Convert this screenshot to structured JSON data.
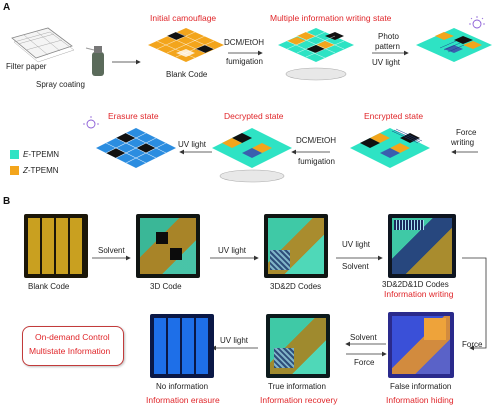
{
  "panelA": {
    "letter": "A",
    "labels": {
      "filter_paper": "Filter paper",
      "spray_coating": "Spray coating",
      "blank_code": "Blank Code",
      "dcm_fum_1": "DCM/EtOH",
      "dcm_fum_1b": "fumigation",
      "photo_pattern": "Photo",
      "photo_pattern_b": "pattern",
      "uv_light_1": "UV light",
      "force_writing": "Force",
      "force_writing_b": "writing",
      "dcm_fum_2": "DCM/EtOH",
      "dcm_fum_2b": "fumigation",
      "uv_light_2": "UV light"
    },
    "states": {
      "initial": "Initial camouflage",
      "multi": "Multiple information writing state",
      "erasure": "Erasure state",
      "decrypted": "Decrypted state",
      "encrypted": "Encrypted state"
    },
    "legend": {
      "e_prefix": "E",
      "e_suffix": "-TPEMN",
      "e_color": "#2ee3c4",
      "z_prefix": "Z",
      "z_suffix": "-TPEMN",
      "z_color": "#f3a51c"
    }
  },
  "panelB": {
    "letter": "B",
    "top_labels": {
      "blank": "Blank Code",
      "code3d": "3D Code",
      "codes32": "3D&2D Codes",
      "codes321": "3D&2D&1D Codes"
    },
    "arrows": {
      "solvent_1": "Solvent",
      "uv_1": "UV light",
      "uv_2": "UV light",
      "solvent_2": "Solvent",
      "force_right": "Force",
      "solvent_3": "Solvent",
      "force_3": "Force",
      "uv_3": "UV light"
    },
    "red_labels": {
      "writing": "Information  writing",
      "erasure": "Information erasure",
      "recovery": "Information recovery",
      "hiding": "Information hiding"
    },
    "bottom_labels": {
      "no_info": "No information",
      "true_info": "True information",
      "false_info": "False information"
    },
    "box": {
      "line1": "On-demand Control",
      "line2": "Multistate Information"
    }
  }
}
